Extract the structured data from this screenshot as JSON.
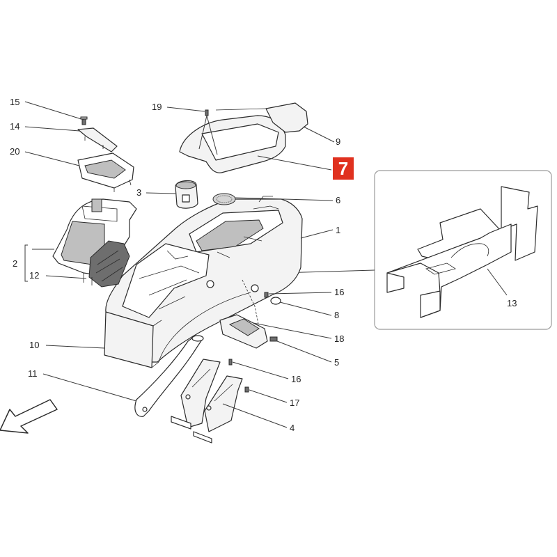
{
  "callouts": {
    "c15": "15",
    "c14": "14",
    "c20": "20",
    "c3": "3",
    "c2": "2",
    "c12": "12",
    "c10": "10",
    "c11": "11",
    "c19": "19",
    "c9": "9",
    "c7": "7",
    "c6": "6",
    "c1": "1",
    "c16a": "16",
    "c8": "8",
    "c18": "18",
    "c5": "5",
    "c16b": "16",
    "c17": "17",
    "c4": "4",
    "c13": "13"
  },
  "colors": {
    "highlight_badge": "#e0311f",
    "line": "#2b2b2b",
    "part_fill": "#f3f3f3"
  },
  "icons": {
    "direction_arrow": "front-direction-arrow-icon"
  }
}
